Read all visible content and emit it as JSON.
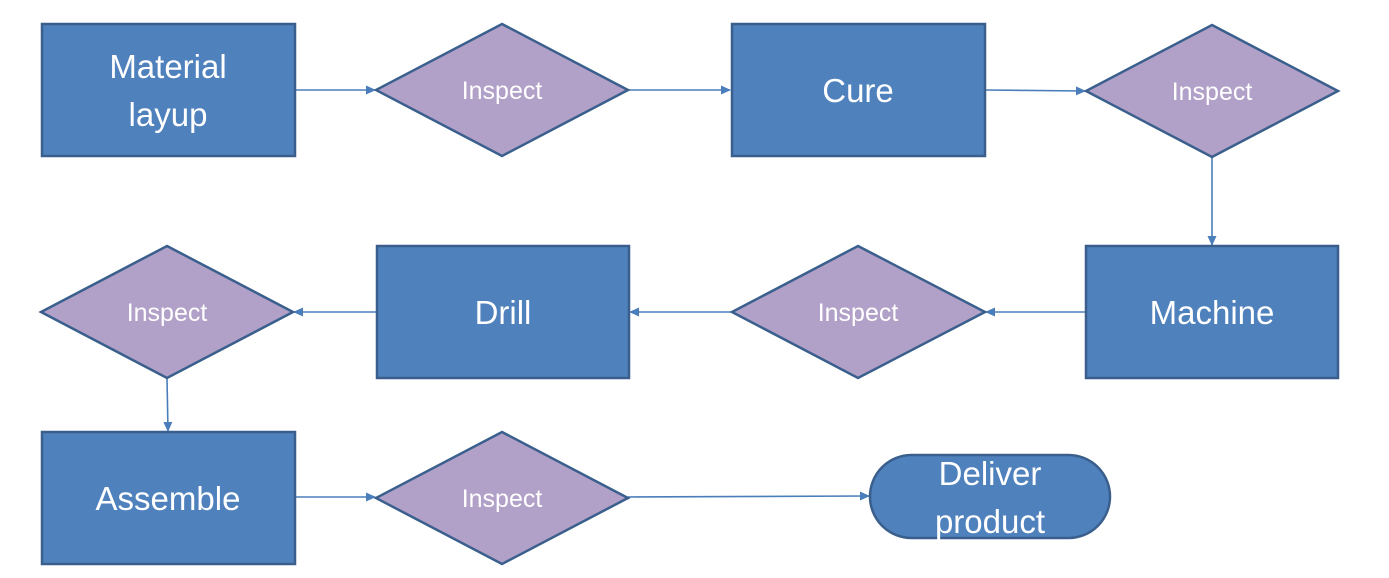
{
  "colors": {
    "process_fill": "#4f81bd",
    "process_stroke": "#3a5f8d",
    "decision_fill": "#b1a0c7",
    "decision_stroke": "#3a5f8d",
    "connector": "#4a7ebb",
    "label": "#ffffff"
  },
  "nodes": {
    "material_layup": {
      "line1": "Material",
      "line2": "layup"
    },
    "inspect_1": {
      "label": "Inspect"
    },
    "cure": {
      "label": "Cure"
    },
    "inspect_2": {
      "label": "Inspect"
    },
    "machine": {
      "label": "Machine"
    },
    "inspect_3": {
      "label": "Inspect"
    },
    "drill": {
      "label": "Drill"
    },
    "inspect_4": {
      "label": "Inspect"
    },
    "assemble": {
      "label": "Assemble"
    },
    "inspect_5": {
      "label": "Inspect"
    },
    "deliver_product": {
      "line1": "Deliver",
      "line2": "product"
    }
  },
  "edges": [
    {
      "from": "material_layup",
      "to": "inspect_1"
    },
    {
      "from": "inspect_1",
      "to": "cure"
    },
    {
      "from": "cure",
      "to": "inspect_2"
    },
    {
      "from": "inspect_2",
      "to": "machine"
    },
    {
      "from": "machine",
      "to": "inspect_3"
    },
    {
      "from": "inspect_3",
      "to": "drill"
    },
    {
      "from": "drill",
      "to": "inspect_4"
    },
    {
      "from": "inspect_4",
      "to": "assemble"
    },
    {
      "from": "assemble",
      "to": "inspect_5"
    },
    {
      "from": "inspect_5",
      "to": "deliver_product"
    }
  ]
}
